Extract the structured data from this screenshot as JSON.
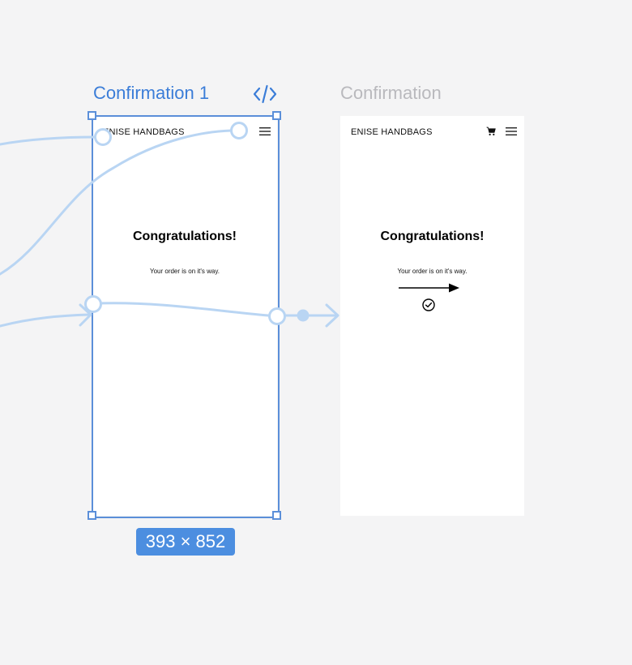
{
  "frames": {
    "selected": {
      "title": "Confirmation 1",
      "brand": "ENISE HANDBAGS",
      "headline": "Congratulations!",
      "message": "Your order is on it's way."
    },
    "other": {
      "title": "Confirmation",
      "brand": "ENISE HANDBAGS",
      "headline": "Congratulations!",
      "message": "Your order is on it's way."
    }
  },
  "selection": {
    "dimensions": "393 × 852"
  },
  "icons": {
    "code": "code-icon",
    "menu": "hamburger-menu-icon",
    "cart": "shopping-cart-icon",
    "check": "check-circle-icon",
    "arrow": "arrow-right-icon"
  },
  "colors": {
    "canvas": "#f4f4f5",
    "selection": "#5b8fd9",
    "prototype_link": "#b9d5f3",
    "badge": "#4c8ee0",
    "inactive_title": "#b9b9bd"
  }
}
